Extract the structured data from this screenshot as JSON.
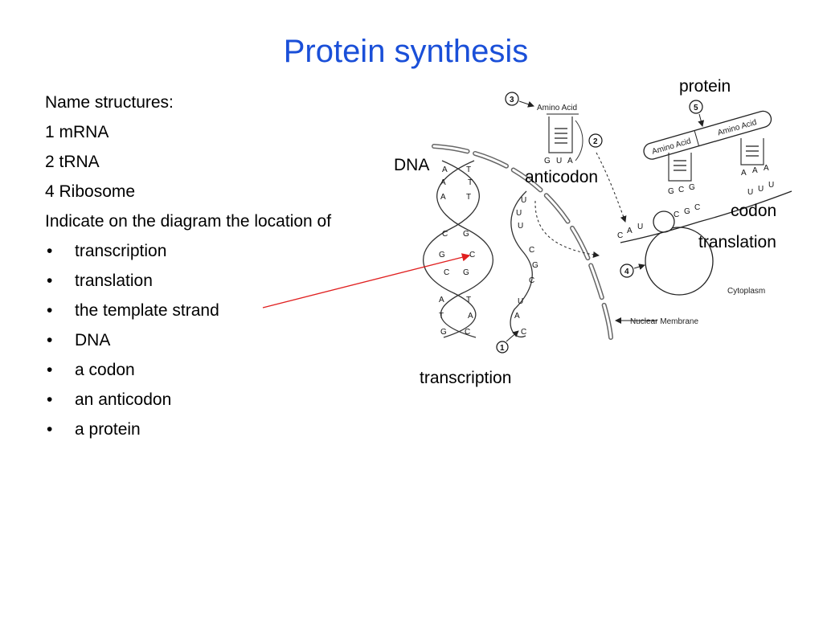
{
  "title": "Protein synthesis",
  "instructions": {
    "heading": "Name structures:",
    "structures": [
      "1 mRNA",
      "2 tRNA",
      "4 Ribosome"
    ],
    "indicate": "Indicate on the diagram the location of",
    "bullet": "•",
    "items": [
      "transcription",
      "translation",
      "the template strand",
      "DNA",
      "a codon",
      "an anticodon",
      "a protein"
    ]
  },
  "labels": {
    "protein": "protein",
    "dna": "DNA",
    "anticodon": "anticodon",
    "codon": "codon",
    "translation": "translation",
    "transcription": "transcription"
  },
  "figure": {
    "amino_acid": "Amino Acid",
    "cytoplasm": "Cytoplasm",
    "nuclear_membrane": "Nuclear Membrane",
    "markers": [
      "1",
      "2",
      "3",
      "4",
      "5"
    ],
    "dna_left_bases": [
      "A",
      "A",
      "A",
      "C",
      "G",
      "C",
      "A",
      "T",
      "G"
    ],
    "dna_right_bases": [
      "T",
      "T",
      "T",
      "G",
      "C",
      "G",
      "T",
      "A",
      "C"
    ],
    "mrna_bases": [
      "U",
      "U",
      "U",
      "C",
      "G",
      "C",
      "U",
      "A",
      "C"
    ],
    "trna_anticodon_1": [
      "G",
      "U",
      "A"
    ],
    "trna_anticodon_2": [
      "G",
      "C",
      "G"
    ],
    "trna_anticodon_3": [
      "A",
      "A",
      "A"
    ],
    "ribosome_mrna_bases": [
      "C",
      "A",
      "U",
      "C",
      "G",
      "C",
      "U",
      "U",
      "U"
    ]
  },
  "colors": {
    "title": "#1a4fd8",
    "arrow": "#e02020"
  }
}
